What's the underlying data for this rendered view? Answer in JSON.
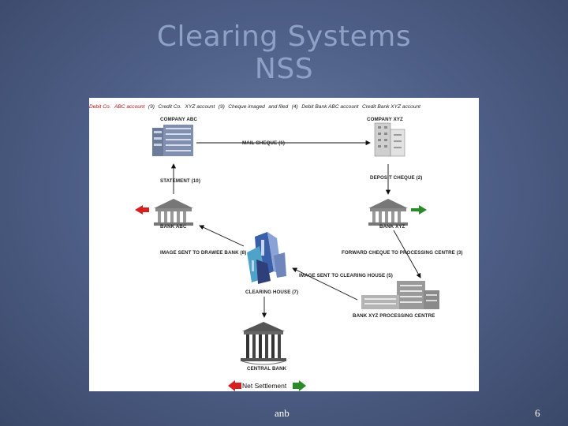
{
  "slide": {
    "title_line1": "Clearing Systems",
    "title_line2": "NSS",
    "footer_author": "anb",
    "page_number": "6"
  },
  "diagram": {
    "company_abc": "COMPANY ABC",
    "company_xyz": "COMPANY XYZ",
    "mail_cheque": "MAIL CHEQUE (1)",
    "statement": "STATEMENT (10)",
    "deposit_cheque": "DEPOSIT CHEQUE (2)",
    "debit_co_l1": "Debit  Co.",
    "debit_co_l2": "ABC account",
    "debit_co_l3": "(9)",
    "credit_co_l1": "Credit  Co.",
    "credit_co_l2": "XYZ account",
    "credit_co_l3": "(9)",
    "bank_abc": "BANK ABC",
    "bank_xyz": "BANK XYZ",
    "image_drawee": "IMAGE SENT TO DRAWEE BANK (8)",
    "forward_cheque": "FORWARD CHEQUE TO PROCESSING CENTRE (3)",
    "image_clearing": "IMAGE SENT TO CLEARING HOUSE (5)",
    "clearing_house": "CLEARING HOUSE (7)",
    "processing_centre": "BANK XYZ PROCESSING CENTRE",
    "imaged_l1": "Cheque imaged",
    "imaged_l2": "and filed",
    "imaged_l3": "(4)",
    "central_bank": "CENTRAL BANK",
    "debit_bank": "Debit Bank ABC account",
    "net_settlement": "Net Settlement",
    "credit_bank": "Credit  Bank XYZ account"
  },
  "colors": {
    "arrow_red": "#d42020",
    "arrow_green": "#2a8a2a",
    "arrow_black": "#111111"
  }
}
